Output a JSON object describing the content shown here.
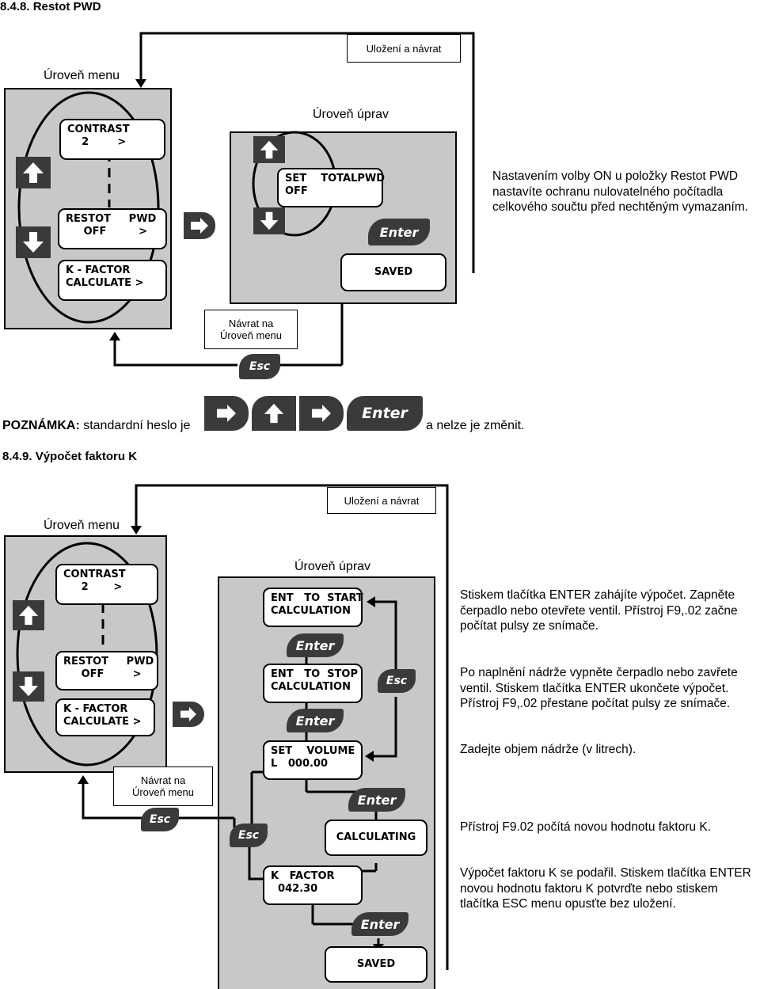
{
  "section1": {
    "heading": "8.4.8. Restot PWD",
    "save_return": "Uložení a návrat",
    "menu_level": "Úroveň menu",
    "edit_level": "Úroveň úprav",
    "lcd_contrast": "CONTRAST\n    2        >",
    "lcd_restot": "RESTOT     PWD\n     OFF         >",
    "lcd_kfactor": "K - FACTOR\nCALCULATE >",
    "lcd_set_totalpwd": "SET    TOTALPWD\nOFF",
    "lcd_saved": "SAVED",
    "enter_label": "Enter",
    "esc_label": "Esc",
    "return_line1": "Návrat na",
    "return_line2": "Úroveň menu",
    "description": "Nastavením volby ON u položky Restot PWD nastavíte ochranu nulovatelného počítadla celkového součtu před nechtěným vymazaním."
  },
  "note": {
    "prefix": "POZNÁMKA:",
    "text": " standardní heslo je",
    "suffix": "a nelze je změnit.",
    "enter_label": "Enter"
  },
  "section2": {
    "heading": "8.4.9. Výpočet faktoru K",
    "save_return": "Uložení a návrat",
    "menu_level": "Úroveň menu",
    "edit_level": "Úroveň úprav",
    "lcd_contrast": "CONTRAST\n     2       >",
    "lcd_restot": "RESTOT     PWD\n     OFF        >",
    "lcd_kfactor": "K - FACTOR\nCALCULATE >",
    "lcd_ent_start": "ENT   TO  START\nCALCULATION",
    "lcd_ent_stop": "ENT   TO  STOP\nCALCULATION",
    "lcd_set_volume": "SET    VOLUME\nL   000.00",
    "lcd_calculating": "CALCULATING",
    "lcd_kfactor_val": "K   FACTOR\n  042.30",
    "lcd_saved": "SAVED",
    "enter_label": "Enter",
    "esc_label": "Esc",
    "return_line1": "Návrat na",
    "return_line2": "Úroveň menu",
    "desc1": "Stiskem tlačítka ENTER zahájíte výpočet. Zapněte čerpadlo nebo otevřete ventil. Přístroj F9,.02 začne počítat pulsy ze snímače.",
    "desc2": "Po naplnění nádrže vypněte čerpadlo nebo zavřete ventil. Stiskem tlačítka ENTER ukončete výpočet. Přístroj F9,.02 přestane počítat pulsy ze snímače.",
    "desc3": "Zadejte objem nádrže (v litrech).",
    "desc4": "Přístroj F9.02 počítá novou hodnotu faktoru K.",
    "desc5": "Výpočet faktoru K se podařil. Stiskem tlačítka ENTER novou hodnotu faktoru K potvrďte nebo stiskem tlačítka ESC menu opusťte bez uložení."
  }
}
